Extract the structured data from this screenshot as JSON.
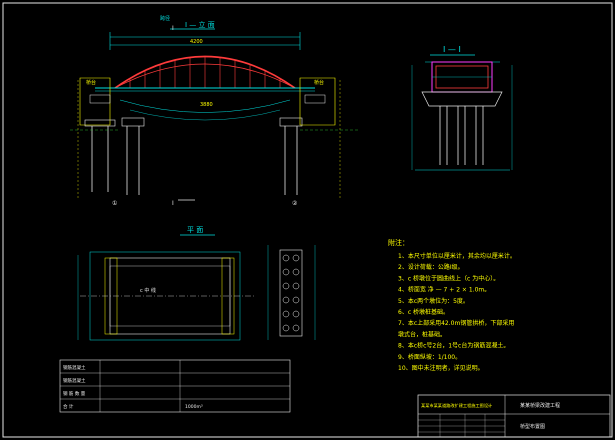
{
  "views": {
    "elevation_title": "I — 立 面",
    "section_title": "I — I",
    "plan_title": "平 面",
    "section_mark_top": "I",
    "section_mark_bottom": "I",
    "deck_label": "跨径",
    "span_total": "4200",
    "span_inner": "3880",
    "pier_left": "①",
    "pier_right": "②",
    "label_left_top": "桥台",
    "label_right_top": "桥台",
    "plan_center_label": "c  中  线"
  },
  "notes": {
    "heading": "附注：",
    "items": [
      "1、本尺寸单位以厘米计，其余均以厘米计。",
      "2、设计荷载：公路Ⅰ级。",
      "3、c 桥墩位于圆曲线上（c 为中心）。",
      "4、桥面宽 净 — 7 + 2 × 1.0m。",
      "5、本c两个墩位为：5度。",
      "6、c 桥墩桩基础。",
      "7、本c上部采用42.0m钢管拱桥，下部采用",
      "   墩式台，桩基础。",
      "8、本c桥c号2台，1号c台为钢筋混凝土。",
      "9、桥面纵坡：1/100。",
      "10、图中未注明者，详见说明。"
    ]
  },
  "materials_table": {
    "rows": [
      "钢筋混凝土",
      "钢筋混凝土",
      "钢 筋 数 量",
      "合      计"
    ],
    "totals": [
      "??",
      "1000m³"
    ]
  },
  "title_block": {
    "company": "某某市某某道路改扩建工程施工图设计",
    "project": "某某桥梁改建工程",
    "drawing": "桥型布置图"
  },
  "colors": {
    "background": "#000000",
    "line": "#00e0e0",
    "arch": "#ff3b3b",
    "text": "#ffff00",
    "white": "#e8e8e8",
    "magenta": "#ff3bff",
    "green": "#30e030"
  }
}
